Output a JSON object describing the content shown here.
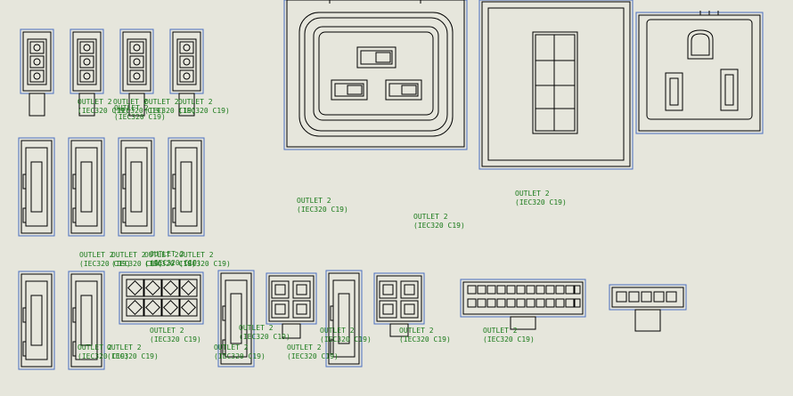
{
  "colors": {
    "background": "#e6e6dc",
    "outline": "#000000",
    "selection": "#4a6fbf",
    "label": "#1a7a1a"
  },
  "labels": [
    {
      "line1": "OUTLET 2",
      "line2": "(IEC320 C19)"
    },
    {
      "line1": "OUTLET 2",
      "line2": "(IEC320 C19)"
    },
    {
      "line1": "OUTLET 2",
      "line2": "(IEC320 C19)"
    },
    {
      "line1": "OUTLET 2",
      "line2": "(IEC320 C19)"
    },
    {
      "line1": "OUTLET 2",
      "line2": "(IEC320 C19)"
    },
    {
      "line1": "OUTLET 2",
      "line2": "(IEC320 C19)"
    },
    {
      "line1": "OUTLET 2",
      "line2": "(IEC320 C19)"
    },
    {
      "line1": "OUTLET 2",
      "line2": "(IEC320 C19)"
    },
    {
      "line1": "OUTLET 2",
      "line2": "(IEC320 C19)"
    },
    {
      "line1": "OUTLET 2",
      "line2": "(IEC320 C19)"
    },
    {
      "line1": "OUTLET 2",
      "line2": "(IEC320 C19)"
    },
    {
      "line1": "OUTLET 2",
      "line2": "(IEC320 C19)"
    },
    {
      "line1": "OUTLET 2",
      "line2": "(IEC320 C19)"
    },
    {
      "line1": "OUTLET 2",
      "line2": "(IEC320 C19)"
    },
    {
      "line1": "OUTLET 2",
      "line2": "(IEC320 C19)"
    },
    {
      "line1": "OUTLET 2",
      "line2": "(IEC320 C19)"
    },
    {
      "line1": "OUTLET 2",
      "line2": "(IEC320 C19)"
    },
    {
      "line1": "OUTLET 2",
      "line2": "(IEC320 C19)"
    },
    {
      "line1": "OUTLET 2",
      "line2": "(IEC320 C19)"
    },
    {
      "line1": "OUTLET 2",
      "line2": "(IEC320 C19)"
    },
    {
      "line1": "OUTLET 2",
      "line2": "(IEC320 C19)"
    },
    {
      "line1": "OUTLET 2",
      "line2": "(IEC320 C19)"
    }
  ]
}
